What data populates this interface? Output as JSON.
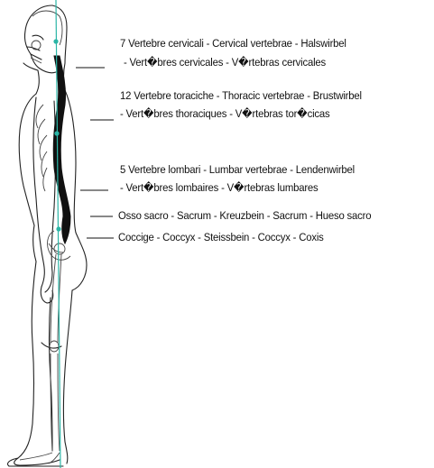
{
  "labels": {
    "cervical_line1": "7 Vertebre cervicali - Cervical vertebrae - Halswirbel",
    "cervical_line2": "- Vert�bres cervicales - V�rtebras cervicales",
    "thoracic_line1": "12 Vertebre toraciche -  Thoracic vertebrae - Brustwirbel",
    "thoracic_line2": "- Vert�bres thoraciques - V�rtebras tor�cicas",
    "lumbar_line1": "5 Vertebre lombari - Lumbar vertebrae - Lendenwirbel",
    "lumbar_line2": "- Vert�bres lombaires - V�rtebras lumbares",
    "sacrum": "Osso sacro - Sacrum -  Kreuzbein - Sacrum - Hueso sacro",
    "coccyx": "Coccige - Coccyx - Steissbein - Coccyx - Coxis"
  },
  "colors": {
    "outline": "#222222",
    "spine_fill": "#111111",
    "axis_line": "#2bb5a6",
    "axis_dot": "#2bb5a6"
  }
}
